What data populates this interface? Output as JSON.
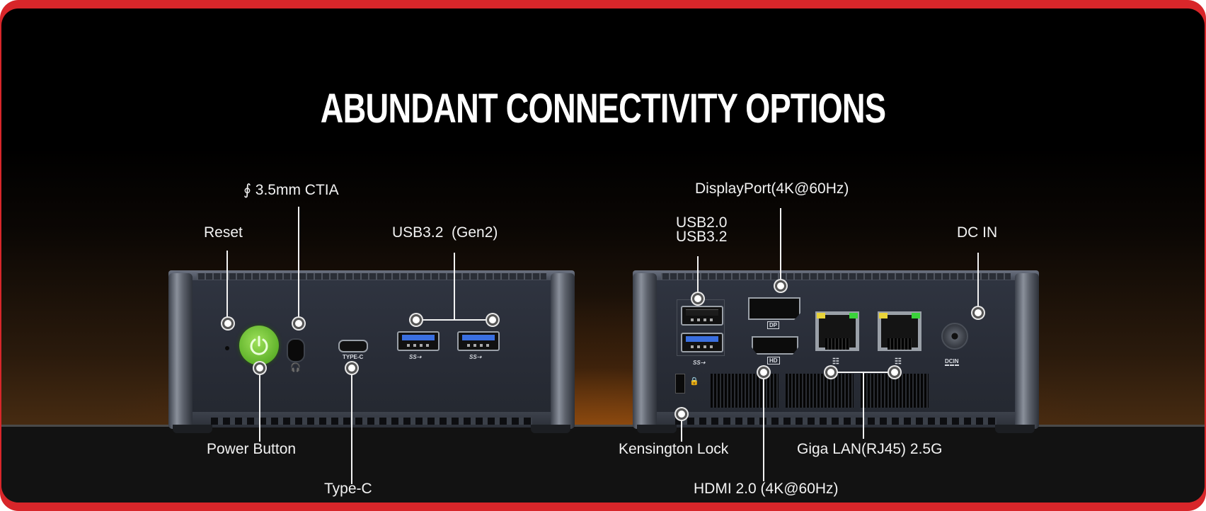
{
  "banner": {
    "title": "ABUNDANT CONNECTIVITY OPTIONS",
    "accent_color": "#d8262a",
    "background_color": "#000000"
  },
  "front_panel": {
    "callouts": {
      "reset": "Reset",
      "audio": "∮ 3.5mm CTIA",
      "usb32_gen2": "USB3.2  (Gen2)",
      "power_button": "Power Button",
      "type_c": "Type-C"
    },
    "port_markings": {
      "type_c": "TYPE-C",
      "usb_logo_1": "SS⇢",
      "usb_logo_2": "SS⇢"
    },
    "power_button_color": "#6cc23a",
    "usb_tongue_color": "#3a6fe0"
  },
  "rear_panel": {
    "callouts": {
      "displayport": "DisplayPort(4K@60Hz)",
      "usb20": "USB2.0",
      "usb32": "USB3.2",
      "dc_in": "DC IN",
      "kensington": "Kensington Lock",
      "lan": "Giga LAN(RJ45) 2.5G",
      "hdmi": "HDMI 2.0 (4K@60Hz)"
    },
    "port_markings": {
      "dp": "DP",
      "hdmi": "HD",
      "dcin": "DCIN",
      "usb_logo": "SS⇢",
      "lan_icon_1": "☷",
      "lan_icon_2": "☷",
      "lock_icon": "🔒"
    },
    "lan_led_colors": [
      "#e8d33a",
      "#3ad23a"
    ]
  }
}
